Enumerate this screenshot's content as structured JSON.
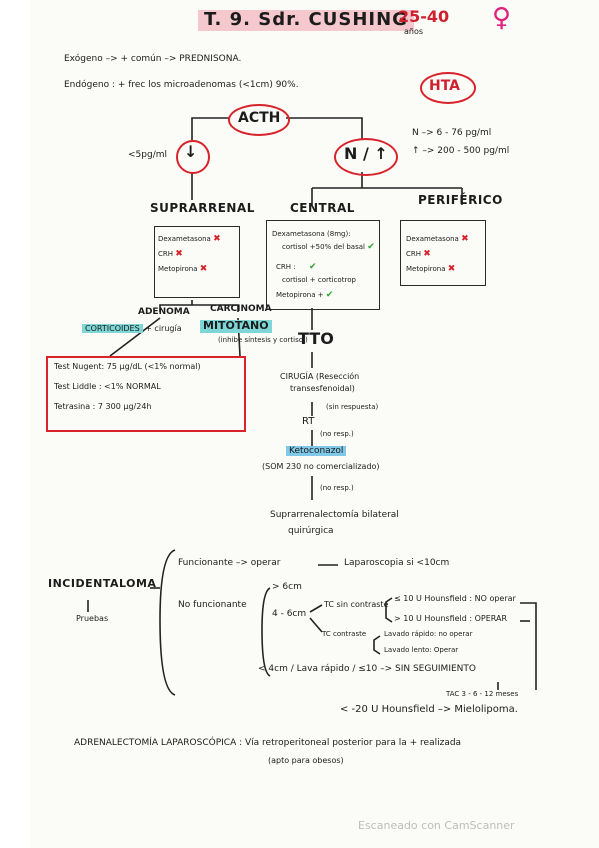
{
  "title": {
    "main": "T. 9. Sdr. CUSHING",
    "age_range": "25-40",
    "age_unit": "años",
    "sex_symbol": "♀"
  },
  "header_notes": {
    "exogeno": "Exógeno –> + común –> PREDNISONA.",
    "endogeno": "Endógeno : + frec los microadenomas (<1cm) 90%.",
    "hta": "HTA"
  },
  "acth_tree": {
    "root": "ACTH",
    "low_value": "<5pg/ml",
    "low_arrow": "↓",
    "high_label": "N / ↑",
    "normal_range": "N –> 6 - 76 pg/ml",
    "high_range": "↑ –> 200 - 500 pg/ml"
  },
  "suprarrenal": {
    "heading": "SUPRARRENAL",
    "tests": [
      "Dexametasona",
      "CRH",
      "Metopirona"
    ],
    "adenoma_label": "ADENOMA",
    "carcinoma_label": "CARCINOMA",
    "adenoma_treatment": "CORTICOIDES",
    "adenoma_treatment_extra": "+ cirugía",
    "carcinoma_treatment": "MITOTANO",
    "carcinoma_treatment_note": "(inhibe síntesis y cortisol)"
  },
  "central": {
    "heading": "CENTRAL",
    "lines": [
      "Dexametasona (8mg):",
      "cortisol +50% del basal",
      "CRH :",
      "cortisol + corticotrop",
      "Metopirona +"
    ]
  },
  "periferico": {
    "heading": "PERIFÉRICO",
    "tests": [
      "Dexametasona",
      "CRH",
      "Metopirona"
    ]
  },
  "lab_box": {
    "lines": [
      "Test Nugent: 75 µg/dL  (<1% normal)",
      "Test Liddle : <1% NORMAL",
      "Tetrasina : 7 300 µg/24h"
    ]
  },
  "tto": {
    "heading": "TTO",
    "step1": "CIRUGÍA (Resección",
    "step1b": "transesfenoidal)",
    "step1_note": "(sin respuesta)",
    "step2": "RT",
    "step2_note": "(no resp.)",
    "step3": "Ketoconazol",
    "step4": "(SOM 230 no comercializado)",
    "step4_note": "(no resp.)",
    "step5": "Suprarrenalectomía bilateral",
    "step5b": "quirúrgica"
  },
  "incidentaloma": {
    "heading": "INCIDENTALOMA",
    "sub": "Pruebas",
    "funcionante": "Funcionante –> operar",
    "laparoscopia": "Laparoscopia si <10cm",
    "no_funcionante": "No funcionante",
    "gt6": "> 6cm",
    "r46": "4 - 6cm",
    "tc_sin": "TC sin contraste",
    "hu_le10": "≤ 10 U Hounsfield : NO operar",
    "hu_gt10": "> 10 U Hounsfield : OPERAR",
    "tc_con": "TC contraste",
    "lavado_rapido": "Lavado rápido: no operar",
    "lavado_lento": "Lavado lento: Operar",
    "lt4": "< 4cm / Lava rápido / ≤10 –> SIN SEGUIMIENTO",
    "tac_control": "TAC 3 - 6 - 12 meses",
    "mielolipoma": "< -20 U Hounsfield –> Mielolipoma."
  },
  "footer": {
    "adrenalectomia": "ADRENALECTOMÍA LAPAROSCÓPICA : Vía retroperitoneal posterior para la + realizada",
    "adrenalectomia_note": "(apto para obesos)",
    "scanner": "Escaneado con CamScanner"
  }
}
